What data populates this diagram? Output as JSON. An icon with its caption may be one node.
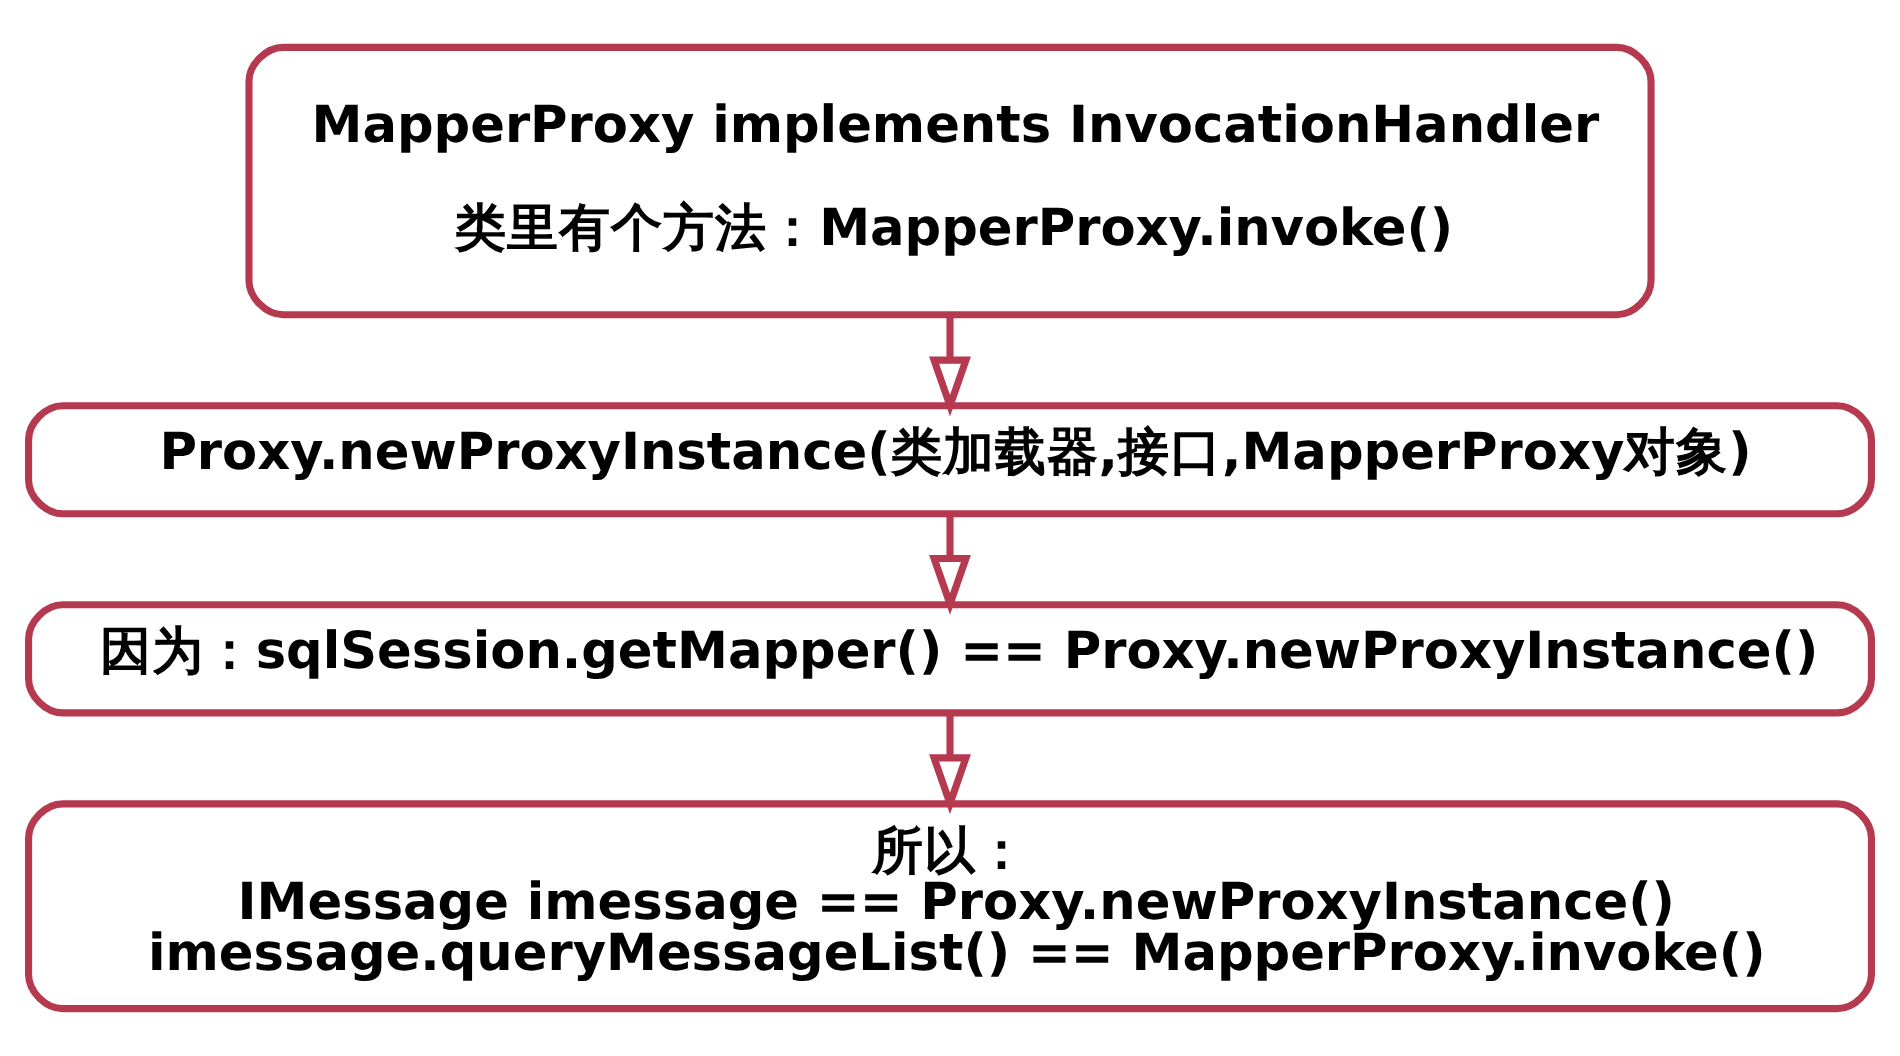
{
  "diagram": {
    "nodes": [
      {
        "text": [
          "MapperProxy implements InvocationHandler",
          "类里有个方法：MapperProxy.invoke()"
        ]
      },
      {
        "text": [
          "Proxy.newProxyInstance(类加载器,接口,MapperProxy对象)"
        ]
      },
      {
        "text": [
          "因为：sqlSession.getMapper() == Proxy.newProxyInstance()"
        ]
      },
      {
        "text": [
          "所以：",
          "IMessage imessage == Proxy.newProxyInstance()",
          "imessage.queryMessageList() == MapperProxy.invoke()"
        ]
      }
    ],
    "edges": [
      {
        "from": 0,
        "to": 1,
        "arrow": "to"
      },
      {
        "from": 1,
        "to": 2,
        "arrow": "to"
      },
      {
        "from": 2,
        "to": 3,
        "arrow": "to"
      }
    ]
  }
}
